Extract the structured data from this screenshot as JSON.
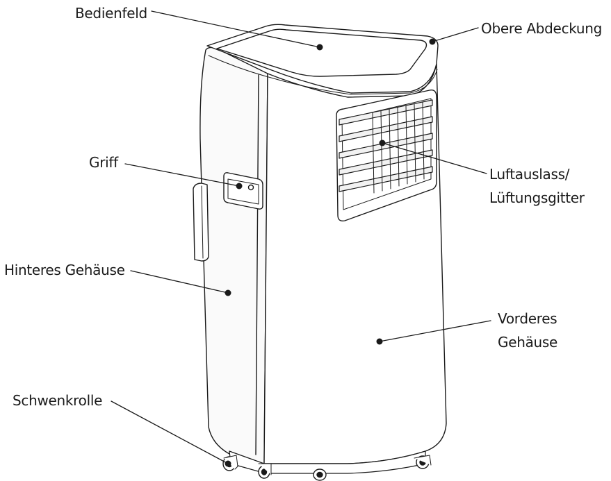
{
  "labels": {
    "bedienfeld": "Bedienfeld",
    "obere_abdeckung": "Obere Abdeckung",
    "griff": "Griff",
    "luftauslass_line1": "Luftauslass/",
    "luftauslass_line2": "Lüftungsgitter",
    "hinteres_gehaeuse": "Hinteres Gehäuse",
    "vorderes_line1": "Vorderes",
    "vorderes_line2": "Gehäuse",
    "schwenkrolle": "Schwenkrolle"
  },
  "colors": {
    "ink": "#1a1a1a",
    "body_fill": "#ffffff",
    "shade": "#f2f2f2"
  }
}
